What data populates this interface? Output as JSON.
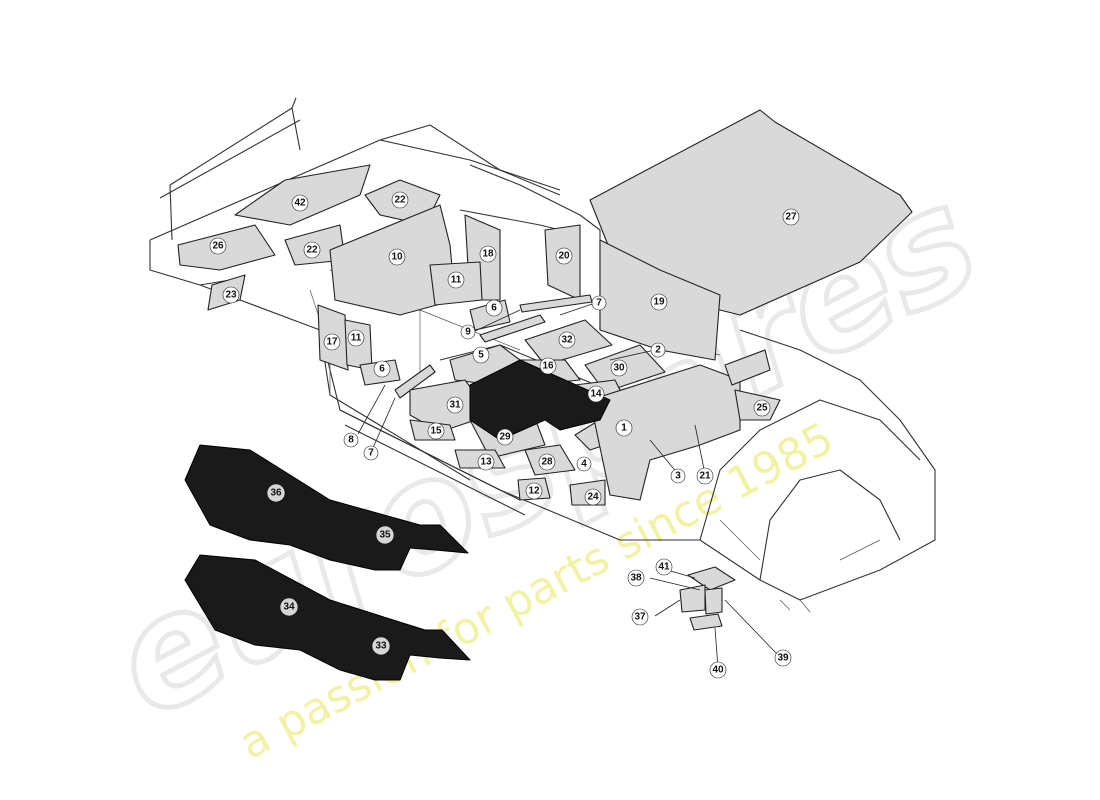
{
  "watermark": {
    "logo_text": "eurospares",
    "tagline": "a passion for parts since 1985",
    "tagline_color": "#e6e67a"
  },
  "labels": [
    {
      "id": "1",
      "text": "1"
    },
    {
      "id": "2",
      "text": "2"
    },
    {
      "id": "3",
      "text": "3"
    },
    {
      "id": "4",
      "text": "4"
    },
    {
      "id": "5",
      "text": "5"
    },
    {
      "id": "6a",
      "text": "6"
    },
    {
      "id": "6b",
      "text": "6"
    },
    {
      "id": "7a",
      "text": "7"
    },
    {
      "id": "7b",
      "text": "7"
    },
    {
      "id": "8",
      "text": "8"
    },
    {
      "id": "9",
      "text": "9"
    },
    {
      "id": "10",
      "text": "10"
    },
    {
      "id": "11a",
      "text": "11"
    },
    {
      "id": "11b",
      "text": "11"
    },
    {
      "id": "12",
      "text": "12"
    },
    {
      "id": "13",
      "text": "13"
    },
    {
      "id": "14",
      "text": "14"
    },
    {
      "id": "15",
      "text": "15"
    },
    {
      "id": "16",
      "text": "16"
    },
    {
      "id": "17",
      "text": "17"
    },
    {
      "id": "18",
      "text": "18"
    },
    {
      "id": "19",
      "text": "19"
    },
    {
      "id": "20",
      "text": "20"
    },
    {
      "id": "21",
      "text": "21"
    },
    {
      "id": "22a",
      "text": "22"
    },
    {
      "id": "22b",
      "text": "22"
    },
    {
      "id": "23",
      "text": "23"
    },
    {
      "id": "24",
      "text": "24"
    },
    {
      "id": "25",
      "text": "25"
    },
    {
      "id": "26",
      "text": "26"
    },
    {
      "id": "27",
      "text": "27"
    },
    {
      "id": "28",
      "text": "28"
    },
    {
      "id": "29",
      "text": "29"
    },
    {
      "id": "30",
      "text": "30"
    },
    {
      "id": "31",
      "text": "31"
    },
    {
      "id": "32",
      "text": "32"
    },
    {
      "id": "33",
      "text": "33"
    },
    {
      "id": "34",
      "text": "34"
    },
    {
      "id": "35",
      "text": "35"
    },
    {
      "id": "36",
      "text": "36"
    },
    {
      "id": "37",
      "text": "37"
    },
    {
      "id": "38",
      "text": "38"
    },
    {
      "id": "39",
      "text": "39"
    },
    {
      "id": "40",
      "text": "40"
    },
    {
      "id": "41",
      "text": "41"
    },
    {
      "id": "42",
      "text": "42"
    }
  ]
}
